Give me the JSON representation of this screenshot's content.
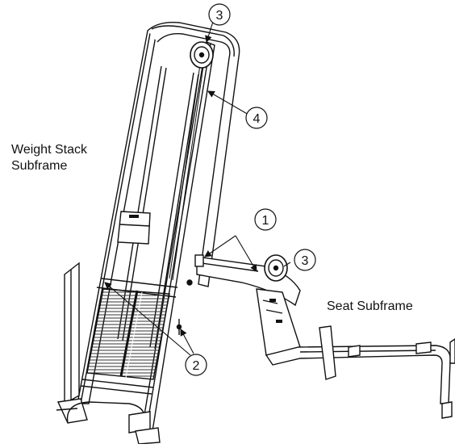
{
  "labels": {
    "weight_stack_line1": "Weight Stack",
    "weight_stack_line2": "Subframe",
    "seat_subframe": "Seat Subframe"
  },
  "callouts": {
    "top_pulley": "3",
    "cable": "4",
    "frame_joint": "1",
    "seat_pulley": "3",
    "stack_bolts": "2"
  }
}
